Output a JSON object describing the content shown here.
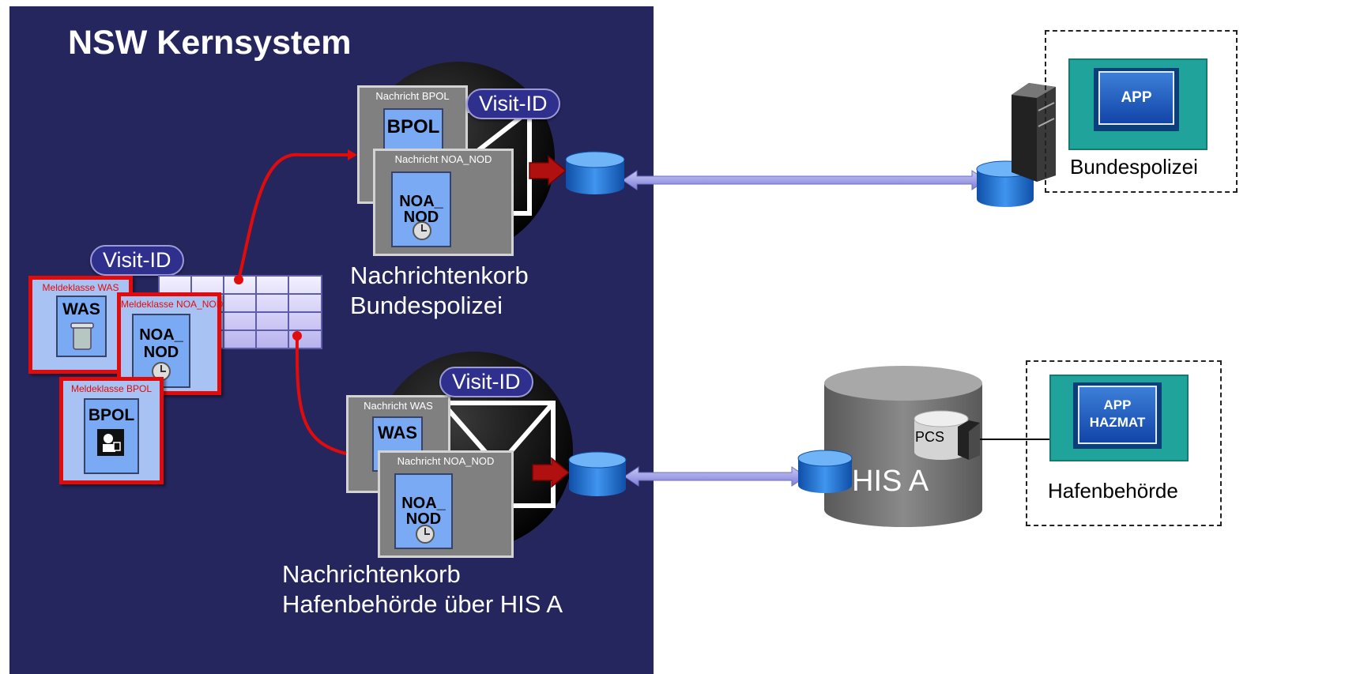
{
  "kernsystem": {
    "title": "NSW Kernsystem"
  },
  "table": {
    "visit_id": "Visit-ID"
  },
  "meldeklassen": [
    {
      "header": "Meldeklasse WAS",
      "code": "WAS",
      "icon": "trash-can-icon"
    },
    {
      "header": "Meldeklasse NOA_NOD",
      "code": "NOA_\nNOD",
      "icon": "clock-icon"
    },
    {
      "header": "Meldeklasse BPOL",
      "code": "BPOL",
      "icon": "police-officer-icon"
    }
  ],
  "basket_bpol": {
    "visit_id": "Visit-ID",
    "msg1": {
      "header": "Nachricht  BPOL",
      "code": "BPOL"
    },
    "msg2": {
      "header": "Nachricht NOA_NOD",
      "code": "NOA_\nNOD",
      "icon": "clock-icon"
    },
    "caption_line1": "Nachrichtenkorb",
    "caption_line2": "Bundespolizei"
  },
  "basket_hafen": {
    "visit_id": "Visit-ID",
    "msg1": {
      "header": "Nachricht WAS",
      "code": "WAS"
    },
    "msg2": {
      "header": "Nachricht NOA_NOD",
      "code": "NOA_\nNOD",
      "icon": "clock-icon"
    },
    "caption_line1": "Nachrichtenkorb",
    "caption_line2": "Hafenbehörde über HIS A"
  },
  "bundespolizei": {
    "label": "Bundespolizei",
    "app_label": "APP"
  },
  "his": {
    "label": "HIS A",
    "pcs_label": "PCS"
  },
  "hafenbehoerde": {
    "label": "Hafenbehörde",
    "app_line1": "APP",
    "app_line2": "HAZMAT"
  },
  "colors": {
    "kern_bg": "#26265e",
    "meld_border": "#e20b0b",
    "flow_line": "#e20b0b",
    "arrow": "#9a9ae0",
    "db_blue": "#1f6fd0",
    "monitor": "#1fa39a"
  }
}
